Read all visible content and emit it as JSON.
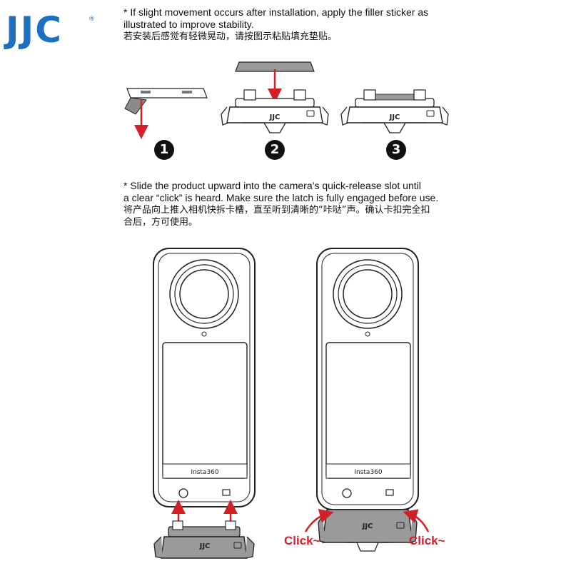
{
  "brand": {
    "logo": "JJC",
    "reg": "®"
  },
  "instruction1": {
    "en_line1": "* If slight movement occurs after installation, apply the filler sticker as",
    "en_line2": "illustrated to improve stability.",
    "cn": "若安装后感觉有轻微晃动，请按图示粘贴填充垫贴。"
  },
  "steps": [
    "❶",
    "❷",
    "❸"
  ],
  "instruction2": {
    "en_line1": "* Slide the product upward into the camera’s quick-release slot until",
    "en_line2": "a clear “click” is heard. Make sure the latch is fully engaged before use.",
    "cn_line1": "将产品向上推入相机快拆卡槽，直至听到清晰的“咔哒”声。确认卡扣完全扣",
    "cn_line2": "合后，方可使用。"
  },
  "mount_logo": "JJC",
  "camera_brand": "Insta360",
  "click_label": "Click~",
  "colors": {
    "brand_blue": "#1f6fc0",
    "arrow_red": "#d31f27",
    "line": "#222222",
    "gray": "#9a9a9a"
  },
  "icons": [
    "shutter-button-icon",
    "mode-button-icon",
    "red-arrow-icon"
  ]
}
